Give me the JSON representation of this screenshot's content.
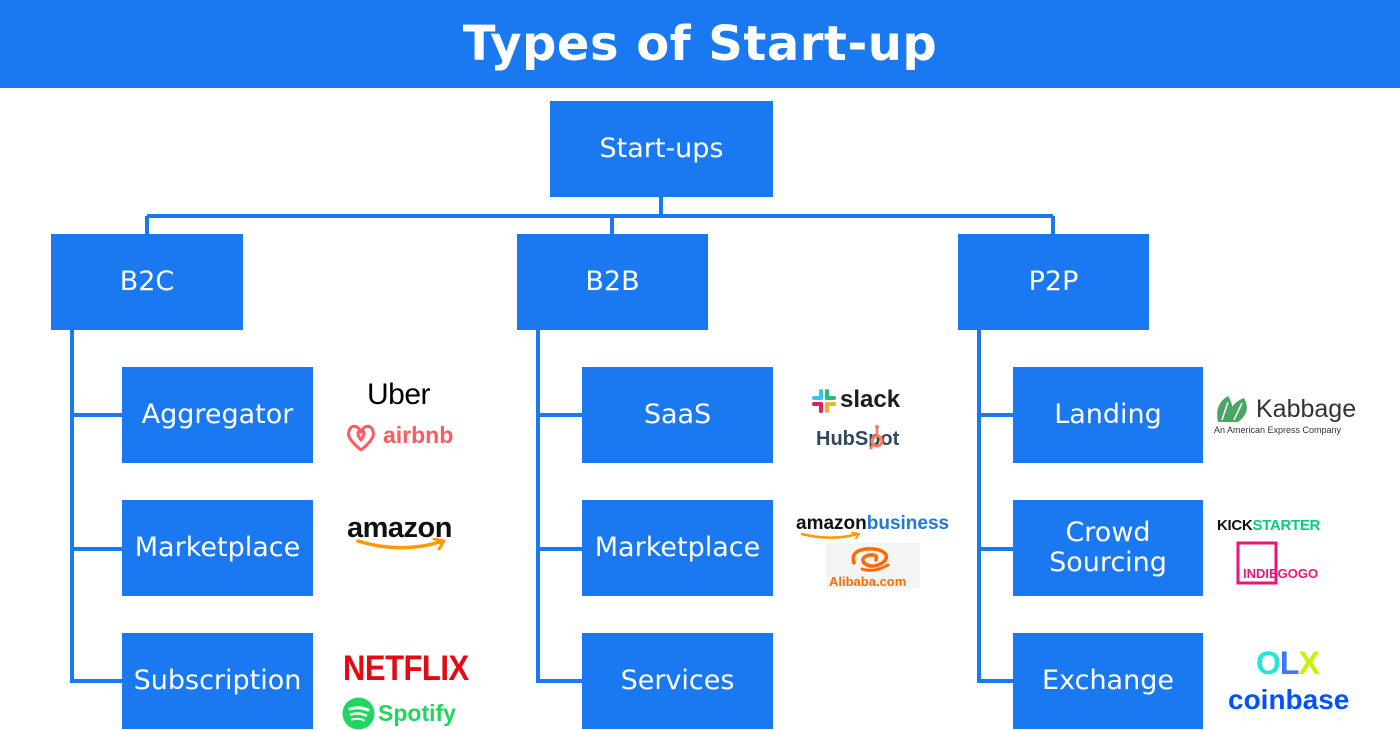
{
  "header": {
    "title": "Types of Start-up"
  },
  "root": {
    "label": "Start-ups"
  },
  "categories": [
    {
      "label": "B2C",
      "types": [
        {
          "label": "Aggregator",
          "logos": [
            "Uber",
            "airbnb"
          ]
        },
        {
          "label": "Marketplace",
          "logos": [
            "amazon"
          ]
        },
        {
          "label": "Subscription",
          "logos": [
            "NETFLIX",
            "Spotify"
          ]
        }
      ]
    },
    {
      "label": "B2B",
      "types": [
        {
          "label": "SaaS",
          "logos": [
            "slack",
            "HubSpot"
          ]
        },
        {
          "label": "Marketplace",
          "logos": [
            "amazon",
            "business",
            "Alibaba.com"
          ]
        },
        {
          "label": "Services",
          "logos": []
        }
      ]
    },
    {
      "label": "P2P",
      "types": [
        {
          "label": "Landing",
          "logos": [
            "Kabbage",
            "An American Express Company"
          ]
        },
        {
          "label": "Crowd Sourcing",
          "label_lines": [
            "Crowd",
            "Sourcing"
          ],
          "logos": [
            "KICKSTARTER",
            "INDIEGOGO"
          ]
        },
        {
          "label": "Exchange",
          "logos": [
            "OLX",
            "coinbase"
          ]
        }
      ]
    }
  ],
  "logo_text": {
    "kick_prefix": "KICK",
    "kick_suffix": "STARTER",
    "olx_o": "O",
    "olx_l": "L",
    "olx_x": "X"
  },
  "colors": {
    "primary": "#1a78f0",
    "line": "#1a78f0",
    "text_on_primary": "#ffffff",
    "airbnb": "#ff5a5f",
    "netflix": "#e50914",
    "spotify": "#1ed760",
    "amazon_arrow": "#ff9900",
    "hubspot_orange": "#ff7a59",
    "alibaba": "#ff6a00",
    "kabbage_green": "#4aa564",
    "kickstarter_green": "#05ce78",
    "indiegogo": "#eb1478",
    "olx_teal": "#23e5db",
    "olx_purple": "#3a77ff",
    "olx_green": "#cbf000",
    "coinbase": "#0052ff"
  },
  "icons": [
    "airbnb-belo-icon",
    "amazon-smile-icon",
    "spotify-icon",
    "slack-hash-icon",
    "hubspot-sprocket-icon",
    "alibaba-mark-icon",
    "kabbage-leaf-icon",
    "indiegogo-frame-icon"
  ]
}
